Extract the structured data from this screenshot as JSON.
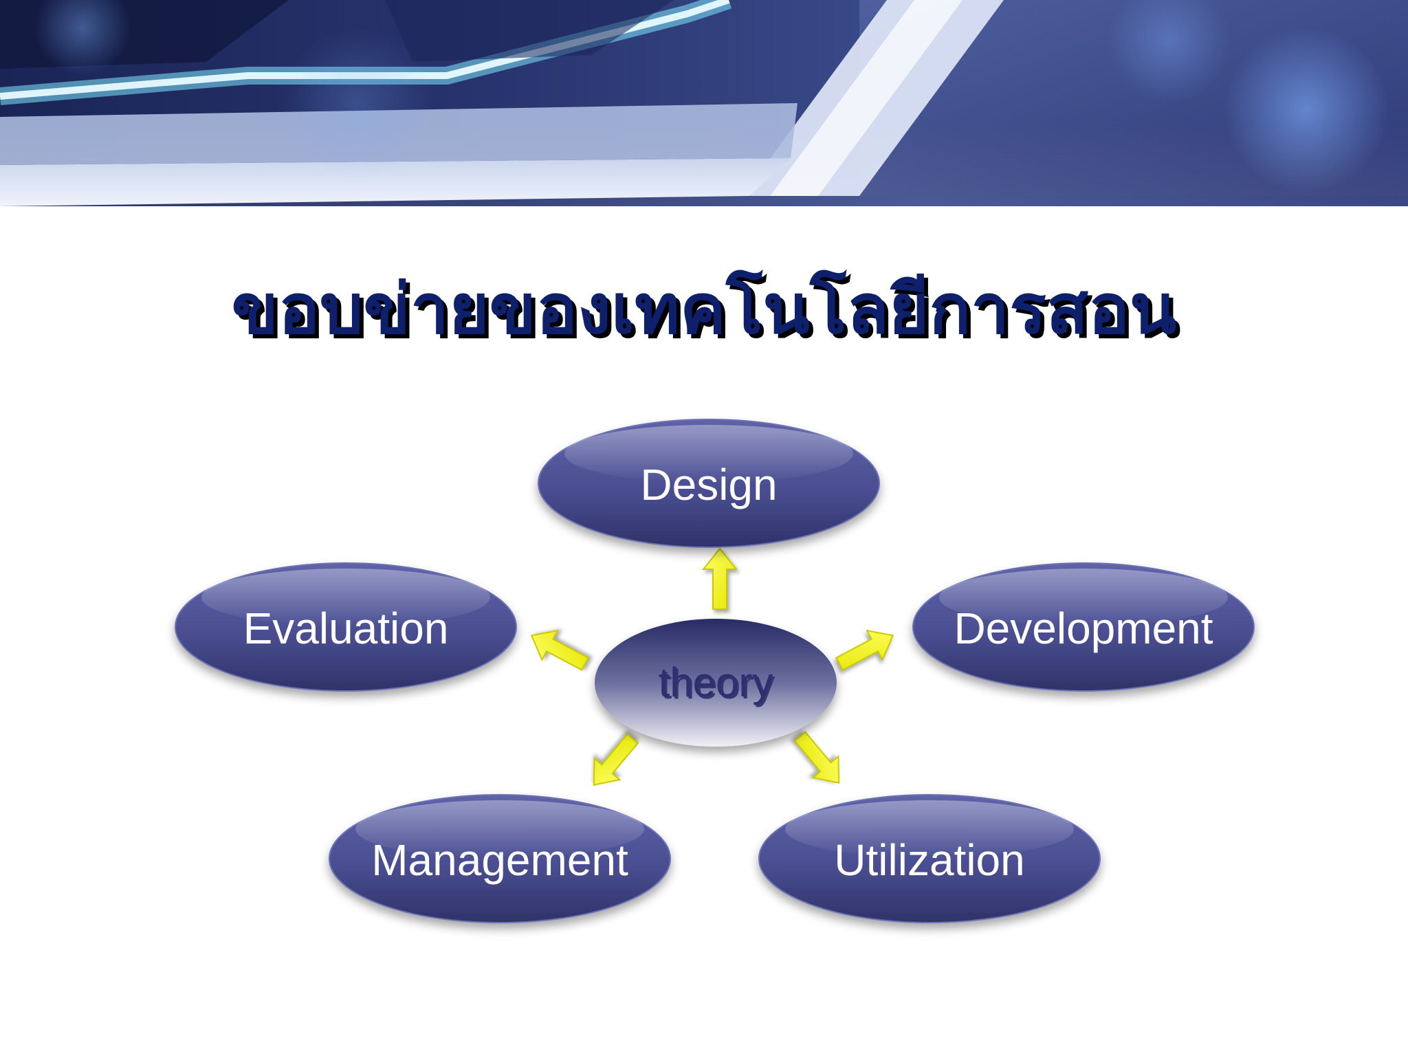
{
  "slide": {
    "title": "ขอบข่ายของเทคโนโลยีการสอน"
  },
  "diagram": {
    "center": {
      "label": "theory"
    },
    "nodes": [
      {
        "id": "design",
        "label": "Design"
      },
      {
        "id": "development",
        "label": "Development"
      },
      {
        "id": "utilization",
        "label": "Utilization"
      },
      {
        "id": "management",
        "label": "Management"
      },
      {
        "id": "evaluation",
        "label": "Evaluation"
      }
    ],
    "colors": {
      "node_fill_top": "#5a5ea3",
      "node_fill_bottom": "#33366e",
      "center_fill_top": "#2f3270",
      "center_fill_bottom": "#eceaf2",
      "arrow": "#ffff00",
      "title_text": "#0e1f6b"
    }
  }
}
